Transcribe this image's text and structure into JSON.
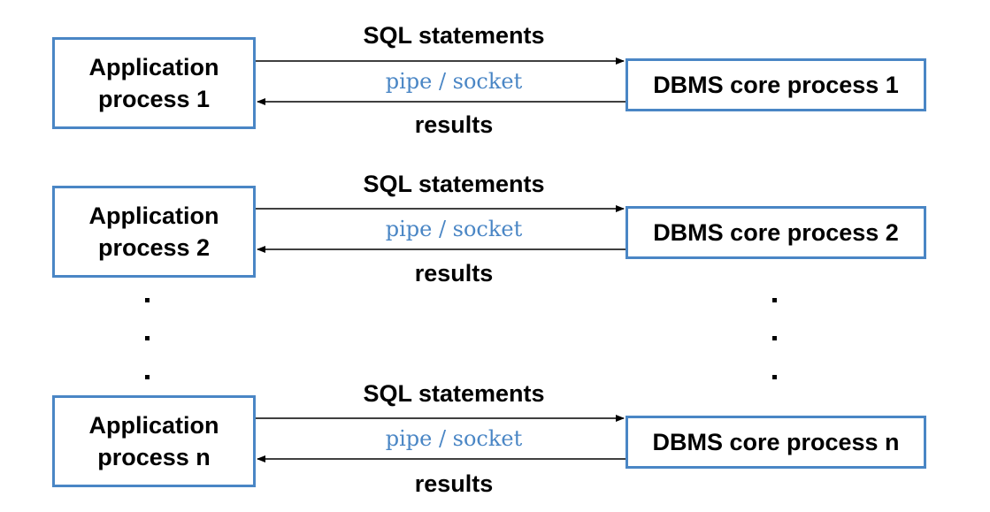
{
  "rows": [
    {
      "app": {
        "line1": "Application",
        "line2": "process 1"
      },
      "db": "DBMS core process 1",
      "sql": "SQL statements",
      "pipe": "pipe / socket",
      "results": "results"
    },
    {
      "app": {
        "line1": "Application",
        "line2": "process 2"
      },
      "db": "DBMS core process 2",
      "sql": "SQL statements",
      "pipe": "pipe / socket",
      "results": "results"
    },
    {
      "app": {
        "line1": "Application",
        "line2": "process n"
      },
      "db": "DBMS core process n",
      "sql": "SQL statements",
      "pipe": "pipe / socket",
      "results": "results"
    }
  ],
  "colors": {
    "box_border": "#4a86c5",
    "pipe_text": "#4a86c5",
    "arrow": "#000000"
  }
}
